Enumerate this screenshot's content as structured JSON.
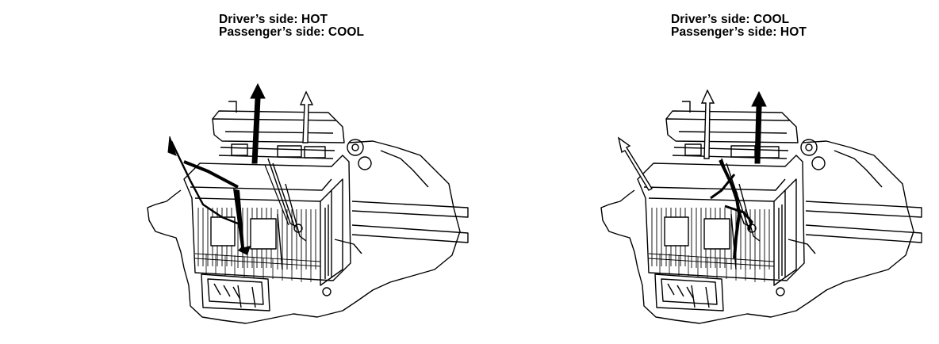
{
  "panels": [
    {
      "driver_label": "Driver’s side: HOT",
      "passenger_label": "Passenger’s side: COOL"
    },
    {
      "driver_label": "Driver’s side: COOL",
      "passenger_label": "Passenger’s side: HOT"
    }
  ]
}
